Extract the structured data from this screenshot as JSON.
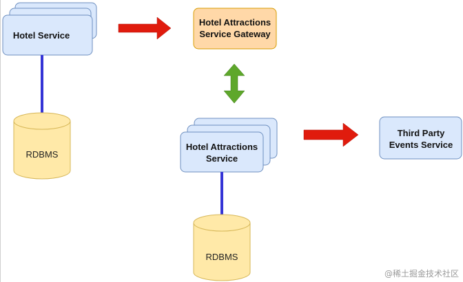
{
  "nodes": {
    "hotel_service": {
      "label": "Hotel Service"
    },
    "gateway": {
      "line1": "Hotel Attractions",
      "line2": "Service Gateway"
    },
    "attractions_service": {
      "line1": "Hotel Attractions",
      "line2": "Service"
    },
    "third_party": {
      "line1": "Third Party",
      "line2": "Events Service"
    },
    "db_left": {
      "label": "RDBMS"
    },
    "db_bottom": {
      "label": "RDBMS"
    }
  },
  "watermark": "@稀土掘金技术社区",
  "colors": {
    "service_fill": "#dae8fc",
    "service_stroke": "#6c8ebf",
    "gateway_fill": "#ffd8a8",
    "gateway_stroke": "#d79b00",
    "db_fill": "#ffe9a8",
    "db_stroke": "#d6b656",
    "connector": "#3434d6",
    "arrow_red": "#e01b0d",
    "arrow_green": "#5ea72b"
  }
}
